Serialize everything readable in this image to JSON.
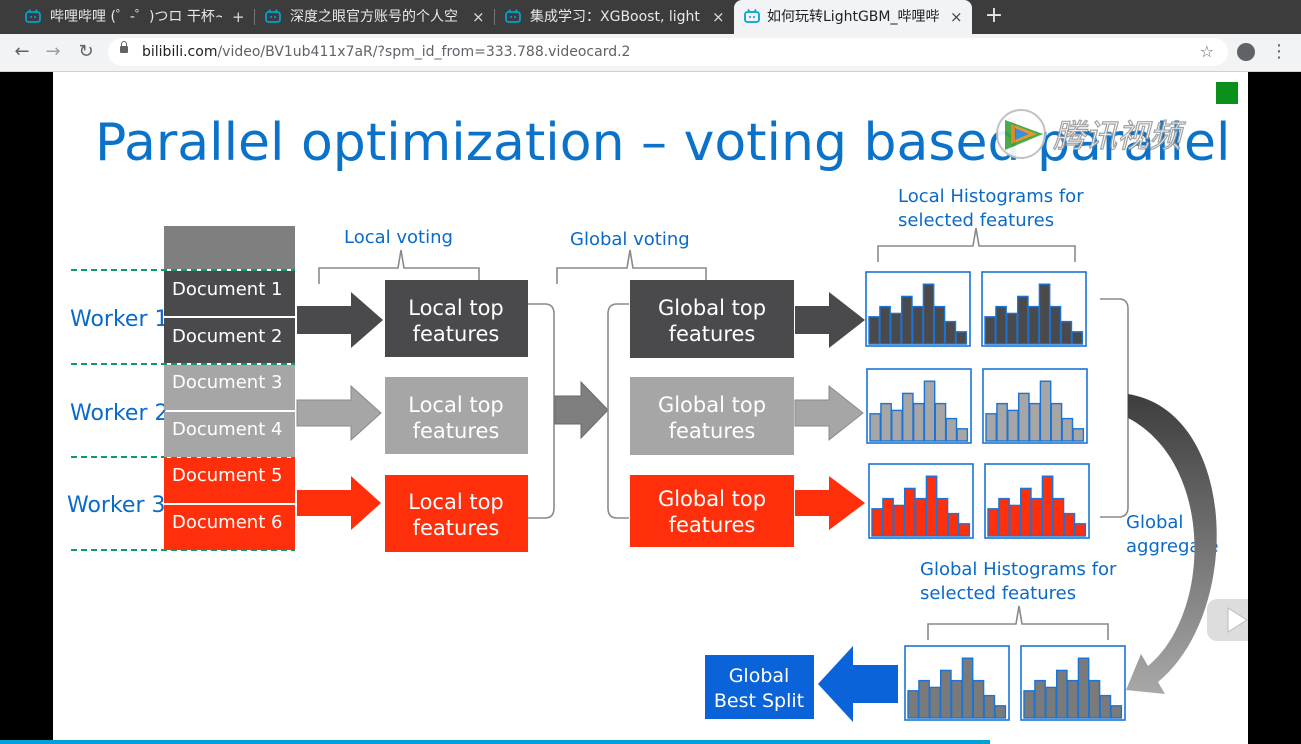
{
  "browser": {
    "tabs": [
      {
        "title": "哔哩哔哩 (゜-゜)つロ 干杯~",
        "active": false
      },
      {
        "title": "深度之眼官方账号的个人空",
        "active": false
      },
      {
        "title": "集成学习：XGBoost, light",
        "active": false
      },
      {
        "title": "如何玩转LightGBM_哔哩哔",
        "active": true
      }
    ],
    "new_tab_symbol": "+",
    "close_symbol": "×",
    "url_host": "bilibili.com",
    "url_path": "/video/BV1ub411x7aR/?spm_id_from=333.788.videocard.2"
  },
  "slide": {
    "title": "Parallel optimization – voting based parallel",
    "watermark_text": "腾讯视频",
    "local_voting_label": "Local voting",
    "global_voting_label": "Global voting",
    "local_hist_label_1": "Local Histograms for",
    "local_hist_label_2": "selected features",
    "workers": [
      "Worker 1",
      "Worker 2",
      "Worker 3"
    ],
    "documents": [
      "Document 1",
      "Document 2",
      "Document 3",
      "Document 4",
      "Document 5",
      "Document 6"
    ],
    "local_top_1": "Local top",
    "local_top_2": "features",
    "global_top_1": "Global top",
    "global_top_2": "features",
    "global_aggregate_1": "Global",
    "global_aggregate_2": "aggregate",
    "global_hist_label_1": "Global Histograms for",
    "global_hist_label_2": "selected features",
    "best_split_1": "Global",
    "best_split_2": "Best Split",
    "colors": {
      "dark": "#4a4a4d",
      "gray": "#a6a6a6",
      "red": "#ff2f0c",
      "blue": "#0a6ac8",
      "bestsplit": "#0a63d8",
      "title": "#0a72c9",
      "hist_border": "#1a74d6"
    },
    "histogram_heights": [
      0.4,
      0.55,
      0.45,
      0.7,
      0.55,
      0.88,
      0.55,
      0.33,
      0.18
    ]
  }
}
